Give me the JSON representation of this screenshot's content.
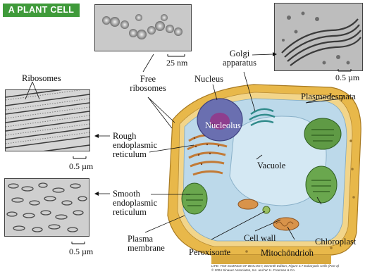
{
  "title": "A PLANT CELL",
  "labels": {
    "ribosomes": "Ribosomes",
    "free_ribosomes_1": "Free",
    "free_ribosomes_2": "ribosomes",
    "nucleus": "Nucleus",
    "golgi_1": "Golgi",
    "golgi_2": "apparatus",
    "plasmodesmata": "Plasmodesmata",
    "nucleolus": "Nucleolus",
    "rough_er_1": "Rough",
    "rough_er_2": "endoplasmic",
    "rough_er_3": "reticulum",
    "vacuole": "Vacuole",
    "smooth_er_1": "Smooth",
    "smooth_er_2": "endoplasmic",
    "smooth_er_3": "reticulum",
    "plasma_membrane_1": "Plasma",
    "plasma_membrane_2": "membrane",
    "cell_wall": "Cell wall",
    "chloroplast": "Chloroplast",
    "peroxisome": "Peroxisome",
    "mitochondrion": "Mitochondrion"
  },
  "scales": {
    "free_ribosomes": "25 nm",
    "golgi": "0.5 µm",
    "rough_er": "0.5 µm",
    "smooth_er": "0.5 µm"
  },
  "credit": {
    "line1": "LIFE: THE SCIENCE OF BIOLOGY, Seventh Edition, Figure 4.7 Eukaryotic Cells (Part 3)",
    "line2": "© 2004 Sinauer Associates, Inc. and W. H. Freeman & Co."
  },
  "colors": {
    "badge": "#3f9a3a",
    "cell_wall": "#e8b84a",
    "cytoplasm": "#bcd9ea",
    "nucleus": "#6a6fb0",
    "nucleolus": "#8e3e8e",
    "vacuole": "#d4e8f3",
    "chloroplast": "#5f9a45",
    "rough_er": "#d79a55",
    "mitochondrion": "#d8934a"
  }
}
